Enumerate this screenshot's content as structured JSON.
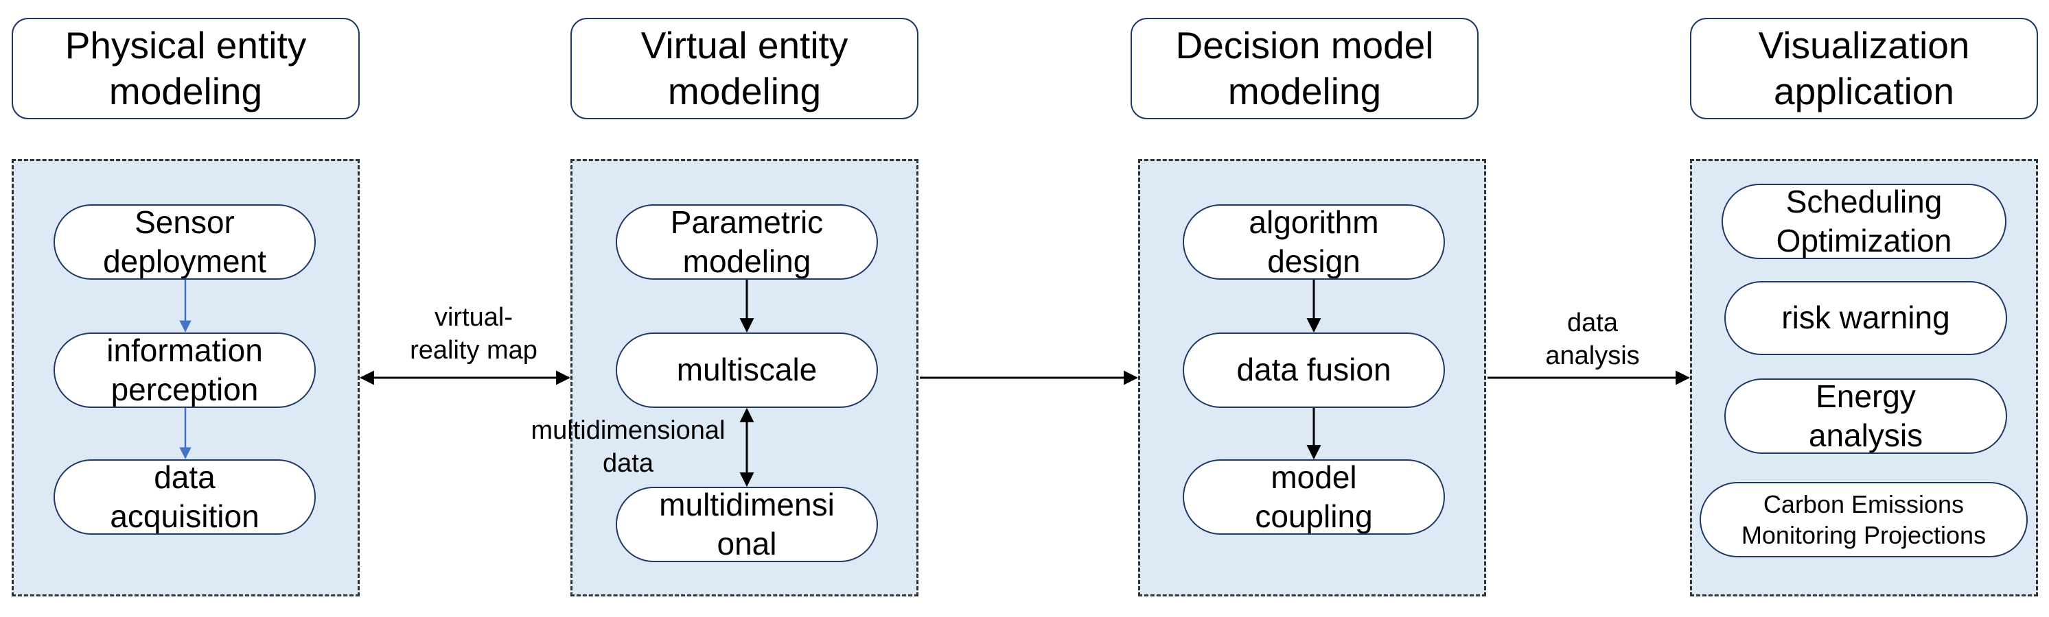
{
  "columns": [
    {
      "header": "Physical entity\nmodeling",
      "steps": [
        "Sensor\ndeployment",
        "information\nperception",
        "data\nacquisition"
      ]
    },
    {
      "header": "Virtual entity\nmodeling",
      "steps": [
        "Parametric\nmodeling",
        "multiscale",
        "multidimensi\nonal"
      ]
    },
    {
      "header": "Decision model\nmodeling",
      "steps": [
        "algorithm\ndesign",
        "data fusion",
        "model\ncoupling"
      ]
    },
    {
      "header": "Visualization\napplication",
      "steps": [
        "Scheduling\nOptimization",
        "risk warning",
        "Energy\nanalysis",
        "Carbon Emissions\nMonitoring Projections"
      ]
    }
  ],
  "connectors": {
    "virtual_reality_map": "virtual-\nreality map",
    "multidimensional_data": "multidimensional\ndata",
    "data_analysis": "data\nanalysis"
  },
  "colors": {
    "panel_fill": "#dee9f6",
    "box_border": "#1f3864",
    "arrow_black": "#000000",
    "arrow_blue": "#4472c4"
  }
}
